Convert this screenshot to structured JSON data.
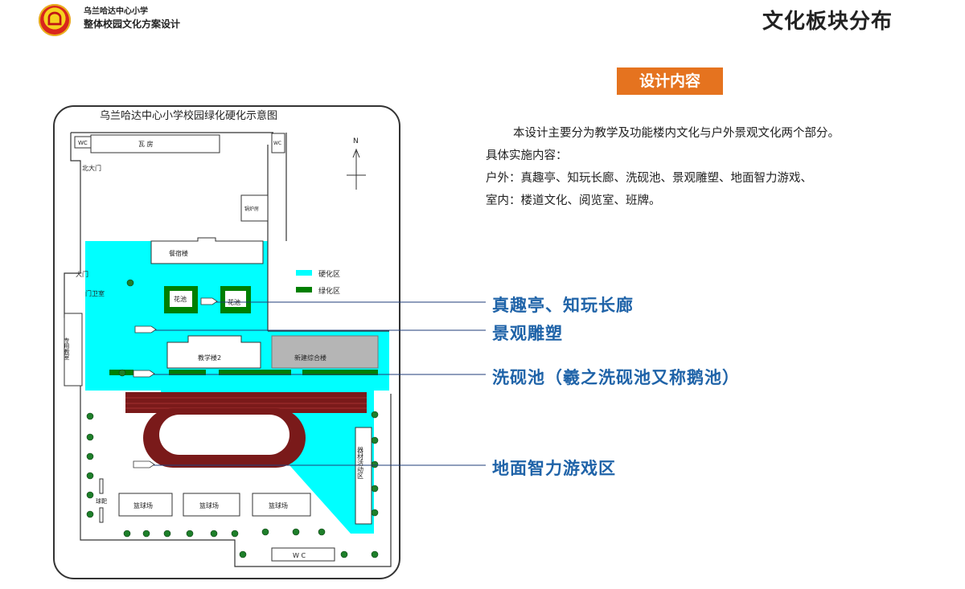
{
  "header": {
    "school_name": "乌兰哈达中心小学",
    "project_name": "整体校园文化方案设计",
    "page_title": "文化板块分布"
  },
  "section": {
    "badge": "设计内容",
    "paragraphs": [
      "本设计主要分为教学及功能楼内文化与户外景观文化两个部分。",
      "具体实施内容：",
      "户外：真趣亭、知玩长廊、洗砚池、景观雕塑、地面智力游戏、",
      "室内：楼道文化、阅览室、班牌。"
    ]
  },
  "callouts": [
    "真趣亭、知玩长廊",
    "景观雕塑",
    "洗砚池（羲之洗砚池又称鹅池）",
    "地面智力游戏区"
  ],
  "map": {
    "title": "乌兰哈达中心小学校园绿化硬化示意图",
    "north": "N",
    "legend": [
      {
        "label": "硬化区",
        "color": "#00ffff"
      },
      {
        "label": "绿化区",
        "color": "#007f00"
      }
    ],
    "labels": {
      "wc_top": "WC",
      "tile_house": "瓦 房",
      "wc_side": "WC",
      "north_gate": "北大门",
      "boiler": "锅炉房",
      "canteen": "餐宿楼",
      "main_gate": "大门",
      "guard": "门卫室",
      "special_room": "专用教室",
      "flower_pool_1": "花池",
      "flower_pool_2": "花池",
      "teaching": "教学楼2",
      "new_building": "新建综合楼",
      "equipment": "器材活动区",
      "goal": "球靶",
      "court_1": "篮球场",
      "court_2": "篮球场",
      "court_3": "篮球场",
      "wc_bottom": "W C"
    }
  }
}
